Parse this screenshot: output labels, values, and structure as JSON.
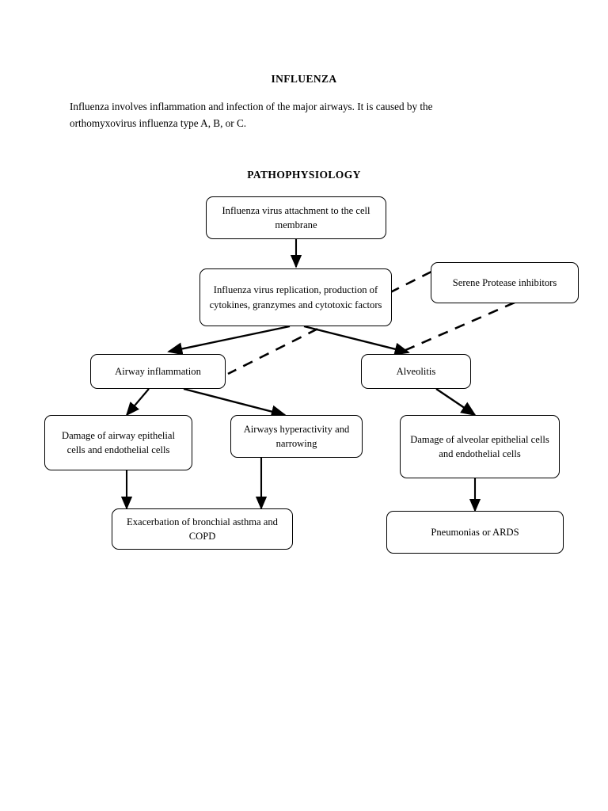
{
  "document": {
    "title": "INFLUENZA",
    "intro": "Influenza involves inflammation and infection of the major airways. It is caused by the orthomyxovirus influenza type A, B, or C.",
    "section_title": "PATHOPHYSIOLOGY"
  },
  "diagram": {
    "type": "flowchart",
    "line_color": "#000000",
    "box_fill": "#ffffff",
    "nodes": [
      {
        "id": "attachment",
        "label": "Influenza virus attachment to the cell membrane"
      },
      {
        "id": "replication",
        "label": "Influenza virus replication, production of cytokines, granzymes and cytotoxic factors"
      },
      {
        "id": "protease",
        "label": "Serene Protease inhibitors"
      },
      {
        "id": "airway_inflammation",
        "label": "Airway inflammation"
      },
      {
        "id": "alveolitis",
        "label": "Alveolitis"
      },
      {
        "id": "damage_airway",
        "label": "Damage of airway epithelial cells and endothelial cells"
      },
      {
        "id": "hyperactivity",
        "label": "Airways hyperactivity and narrowing"
      },
      {
        "id": "damage_alveolar",
        "label": "Damage of alveolar epithelial cells and endothelial cells"
      },
      {
        "id": "exacerbation",
        "label": "Exacerbation of bronchial asthma and COPD"
      },
      {
        "id": "pneumonias",
        "label": "Pneumonias or ARDS"
      }
    ],
    "edges": [
      {
        "from": "attachment",
        "to": "replication",
        "style": "solid"
      },
      {
        "from": "replication",
        "to": "airway_inflammation",
        "style": "solid"
      },
      {
        "from": "replication",
        "to": "alveolitis",
        "style": "solid"
      },
      {
        "from": "protease",
        "to": "airway_inflammation",
        "style": "dashed"
      },
      {
        "from": "protease",
        "to": "alveolitis",
        "style": "dashed"
      },
      {
        "from": "airway_inflammation",
        "to": "damage_airway",
        "style": "solid"
      },
      {
        "from": "airway_inflammation",
        "to": "hyperactivity",
        "style": "solid"
      },
      {
        "from": "alveolitis",
        "to": "damage_alveolar",
        "style": "solid"
      },
      {
        "from": "damage_airway",
        "to": "exacerbation",
        "style": "solid"
      },
      {
        "from": "hyperactivity",
        "to": "exacerbation",
        "style": "solid"
      },
      {
        "from": "damage_alveolar",
        "to": "pneumonias",
        "style": "solid"
      }
    ]
  }
}
